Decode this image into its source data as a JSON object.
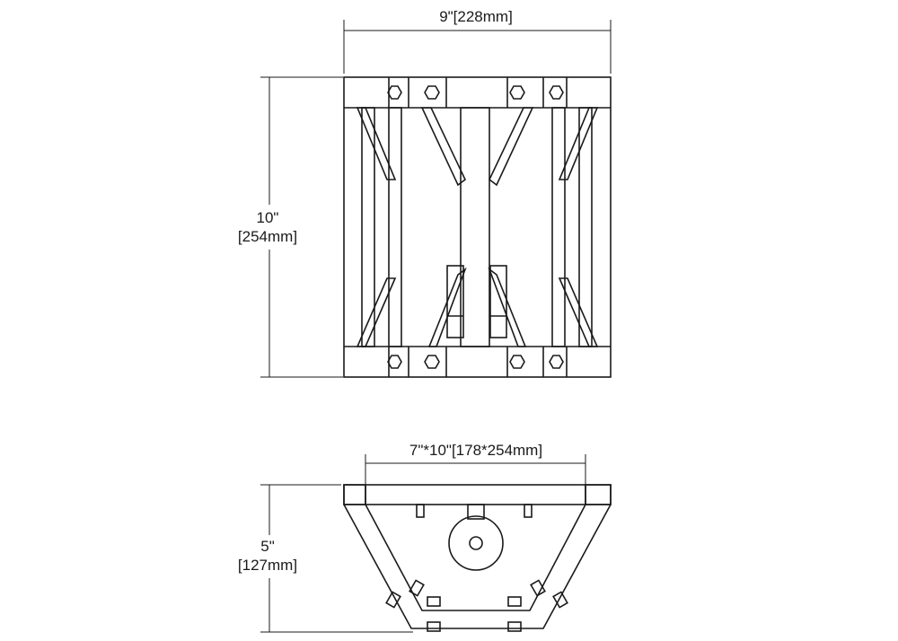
{
  "dimensions": {
    "front_width": "9\"[228mm]",
    "front_height_in": "10\"",
    "front_height_mm": "[254mm]",
    "side_width": "7\"*10\"[178*254mm]",
    "side_height_in": "5\"",
    "side_height_mm": "[127mm]"
  }
}
